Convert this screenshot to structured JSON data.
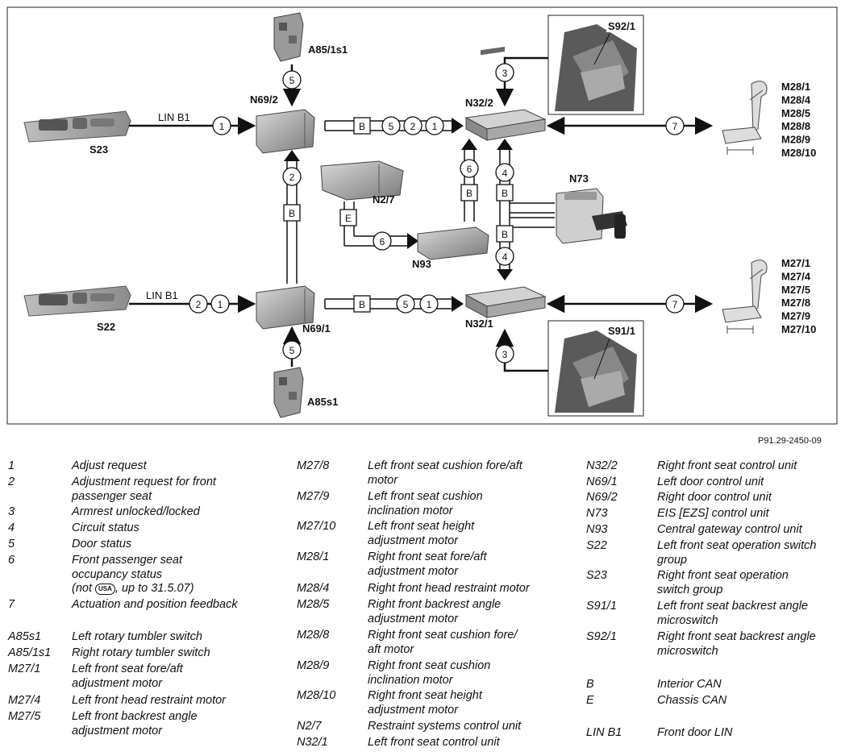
{
  "diagram": {
    "labels": {
      "a85_1s1": "A85/1s1",
      "a85s1": "A85s1",
      "n69_2": "N69/2",
      "n69_1": "N69/1",
      "s23": "S23",
      "s22": "S22",
      "lin_top": "LIN B1",
      "lin_bottom": "LIN B1",
      "n2_7": "N2/7",
      "n93": "N93",
      "n32_2": "N32/2",
      "n32_1": "N32/1",
      "n73": "N73",
      "s92_1": "S92/1",
      "s91_1": "S91/1"
    },
    "motors_right": [
      "M28/1",
      "M28/4",
      "M28/5",
      "M28/8",
      "M28/9",
      "M28/10"
    ],
    "motors_left": [
      "M27/1",
      "M27/4",
      "M27/5",
      "M27/8",
      "M27/9",
      "M27/10"
    ],
    "bus_letters": {
      "b": "B",
      "e": "E"
    },
    "numbers": [
      "1",
      "2",
      "3",
      "4",
      "5",
      "6",
      "7"
    ],
    "reference": "P91.29-2450-09",
    "usa_badge": "USA"
  },
  "legend": {
    "col1": [
      {
        "key": "1",
        "text": [
          "Adjust request"
        ]
      },
      {
        "key": "2",
        "text": [
          "Adjustment request for front",
          "passenger seat"
        ]
      },
      {
        "key": "3",
        "text": [
          "Armrest unlocked/locked"
        ]
      },
      {
        "key": "4",
        "text": [
          "Circuit status"
        ]
      },
      {
        "key": "5",
        "text": [
          "Door status"
        ]
      },
      {
        "key": "6",
        "text": [
          "Front passenger seat",
          "occupancy status"
        ]
      },
      {
        "key": "7",
        "text": [
          "Actuation and position feedback"
        ]
      },
      {
        "key": "A85s1",
        "text": [
          "Left rotary tumbler switch"
        ]
      },
      {
        "key": "A85/1s1",
        "text": [
          "Right rotary tumbler switch"
        ]
      },
      {
        "key": "M27/1",
        "text": [
          "Left front seat fore/aft",
          "adjustment motor"
        ]
      },
      {
        "key": "M27/4",
        "text": [
          "Left front head restraint motor"
        ]
      },
      {
        "key": "M27/5",
        "text": [
          "Left front backrest angle",
          "adjustment motor"
        ]
      }
    ],
    "note6": {
      "pre": "(not ",
      "post": ", up to 31.5.07)"
    },
    "col2": [
      {
        "key": "M27/8",
        "text": [
          "Left front seat cushion fore/aft",
          "motor"
        ]
      },
      {
        "key": "M27/9",
        "text": [
          "Left front seat cushion",
          "inclination motor"
        ]
      },
      {
        "key": "M27/10",
        "text": [
          "Left front seat height",
          "adjustment motor"
        ]
      },
      {
        "key": "M28/1",
        "text": [
          "Right front seat fore/aft",
          "adjustment motor"
        ]
      },
      {
        "key": "M28/4",
        "text": [
          "Right front head restraint motor"
        ]
      },
      {
        "key": "M28/5",
        "text": [
          "Right front backrest angle",
          "adjustment motor"
        ]
      },
      {
        "key": "M28/8",
        "text": [
          "Right front seat cushion fore/",
          "aft motor"
        ]
      },
      {
        "key": "M28/9",
        "text": [
          "Right front seat cushion",
          "inclination motor"
        ]
      },
      {
        "key": "M28/10",
        "text": [
          "Right front seat height",
          "adjustment motor"
        ]
      },
      {
        "key": "N2/7",
        "text": [
          "Restraint systems control unit"
        ]
      },
      {
        "key": "N32/1",
        "text": [
          "Left front seat control unit"
        ]
      }
    ],
    "col3": [
      {
        "key": "N32/2",
        "text": [
          "Right front seat control unit"
        ]
      },
      {
        "key": "N69/1",
        "text": [
          "Left door control unit"
        ]
      },
      {
        "key": "N69/2",
        "text": [
          "Right door control unit"
        ]
      },
      {
        "key": "N73",
        "text": [
          "EIS [EZS] control unit"
        ]
      },
      {
        "key": "N93",
        "text": [
          "Central gateway control unit"
        ]
      },
      {
        "key": "S22",
        "text": [
          "Left front seat operation switch",
          "group"
        ]
      },
      {
        "key": "S23",
        "text": [
          "Right front seat operation",
          "switch group"
        ]
      },
      {
        "key": "S91/1",
        "text": [
          "Left front seat backrest angle",
          "microswitch"
        ]
      },
      {
        "key": "S92/1",
        "text": [
          "Right front seat backrest angle",
          "microswitch"
        ]
      },
      {
        "key": "B",
        "text": [
          "Interior CAN"
        ]
      },
      {
        "key": "E",
        "text": [
          "Chassis CAN"
        ]
      },
      {
        "key": "LIN B1",
        "text": [
          "Front door LIN"
        ]
      }
    ]
  }
}
